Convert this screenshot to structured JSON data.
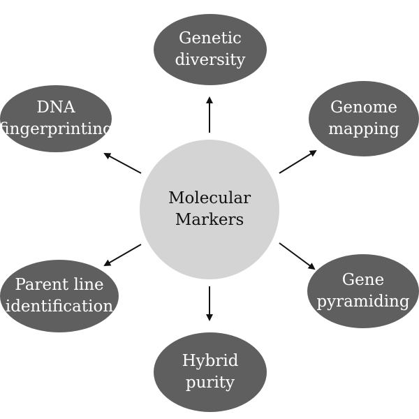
{
  "diagram": {
    "center": {
      "line1": "Molecular",
      "line2": "Markers"
    },
    "nodes": {
      "genetic_diversity": {
        "line1": "Genetic",
        "line2": "diversity"
      },
      "dna_fingerprinting": {
        "line1": "DNA",
        "line2": "fingerprinting"
      },
      "genome_mapping": {
        "line1": "Genome",
        "line2": "mapping"
      },
      "parent_line_identification": {
        "line1": "Parent line",
        "line2": "identification"
      },
      "gene_pyramiding": {
        "line1": "Gene",
        "line2": "pyramiding"
      },
      "hybrid_purity": {
        "line1": "Hybrid",
        "line2": "purity"
      }
    },
    "colors": {
      "outer_node_fill": "#5f5f5f",
      "center_node_fill": "#d4d4d4",
      "arrow": "#111111",
      "background": "#ffffff"
    }
  }
}
